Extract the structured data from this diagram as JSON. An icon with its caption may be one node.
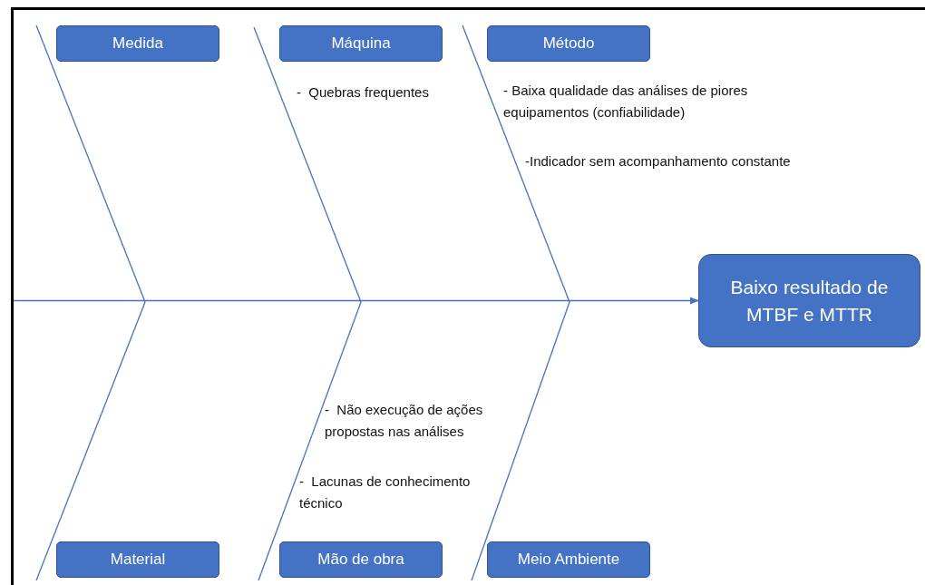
{
  "diagram": {
    "nodes": [
      {
        "text": [
          "Medida"
        ]
      },
      {
        "text": [
          "Máquina"
        ]
      },
      {
        "text": [
          "Método"
        ]
      },
      {
        "text": [
          "Material"
        ]
      },
      {
        "text": [
          "Mão de obra"
        ]
      },
      {
        "text": [
          "Meio Ambiente"
        ]
      },
      {
        "text": [
          "Baixo resultado de MTBF e MTTR"
        ]
      }
    ],
    "edges": [
      {
        "from": null,
        "to": 6,
        "arrow": "to"
      }
    ],
    "labels": [
      "-  Quebras frequentes",
      "- Baixa qualidade das análises de piores equipamentos (confiabilidade)",
      "-Indicador sem acompanhamento constante",
      "-  Não execução de ações propostas nas análises",
      "-  Lacunas de conhecimento técnico"
    ]
  }
}
